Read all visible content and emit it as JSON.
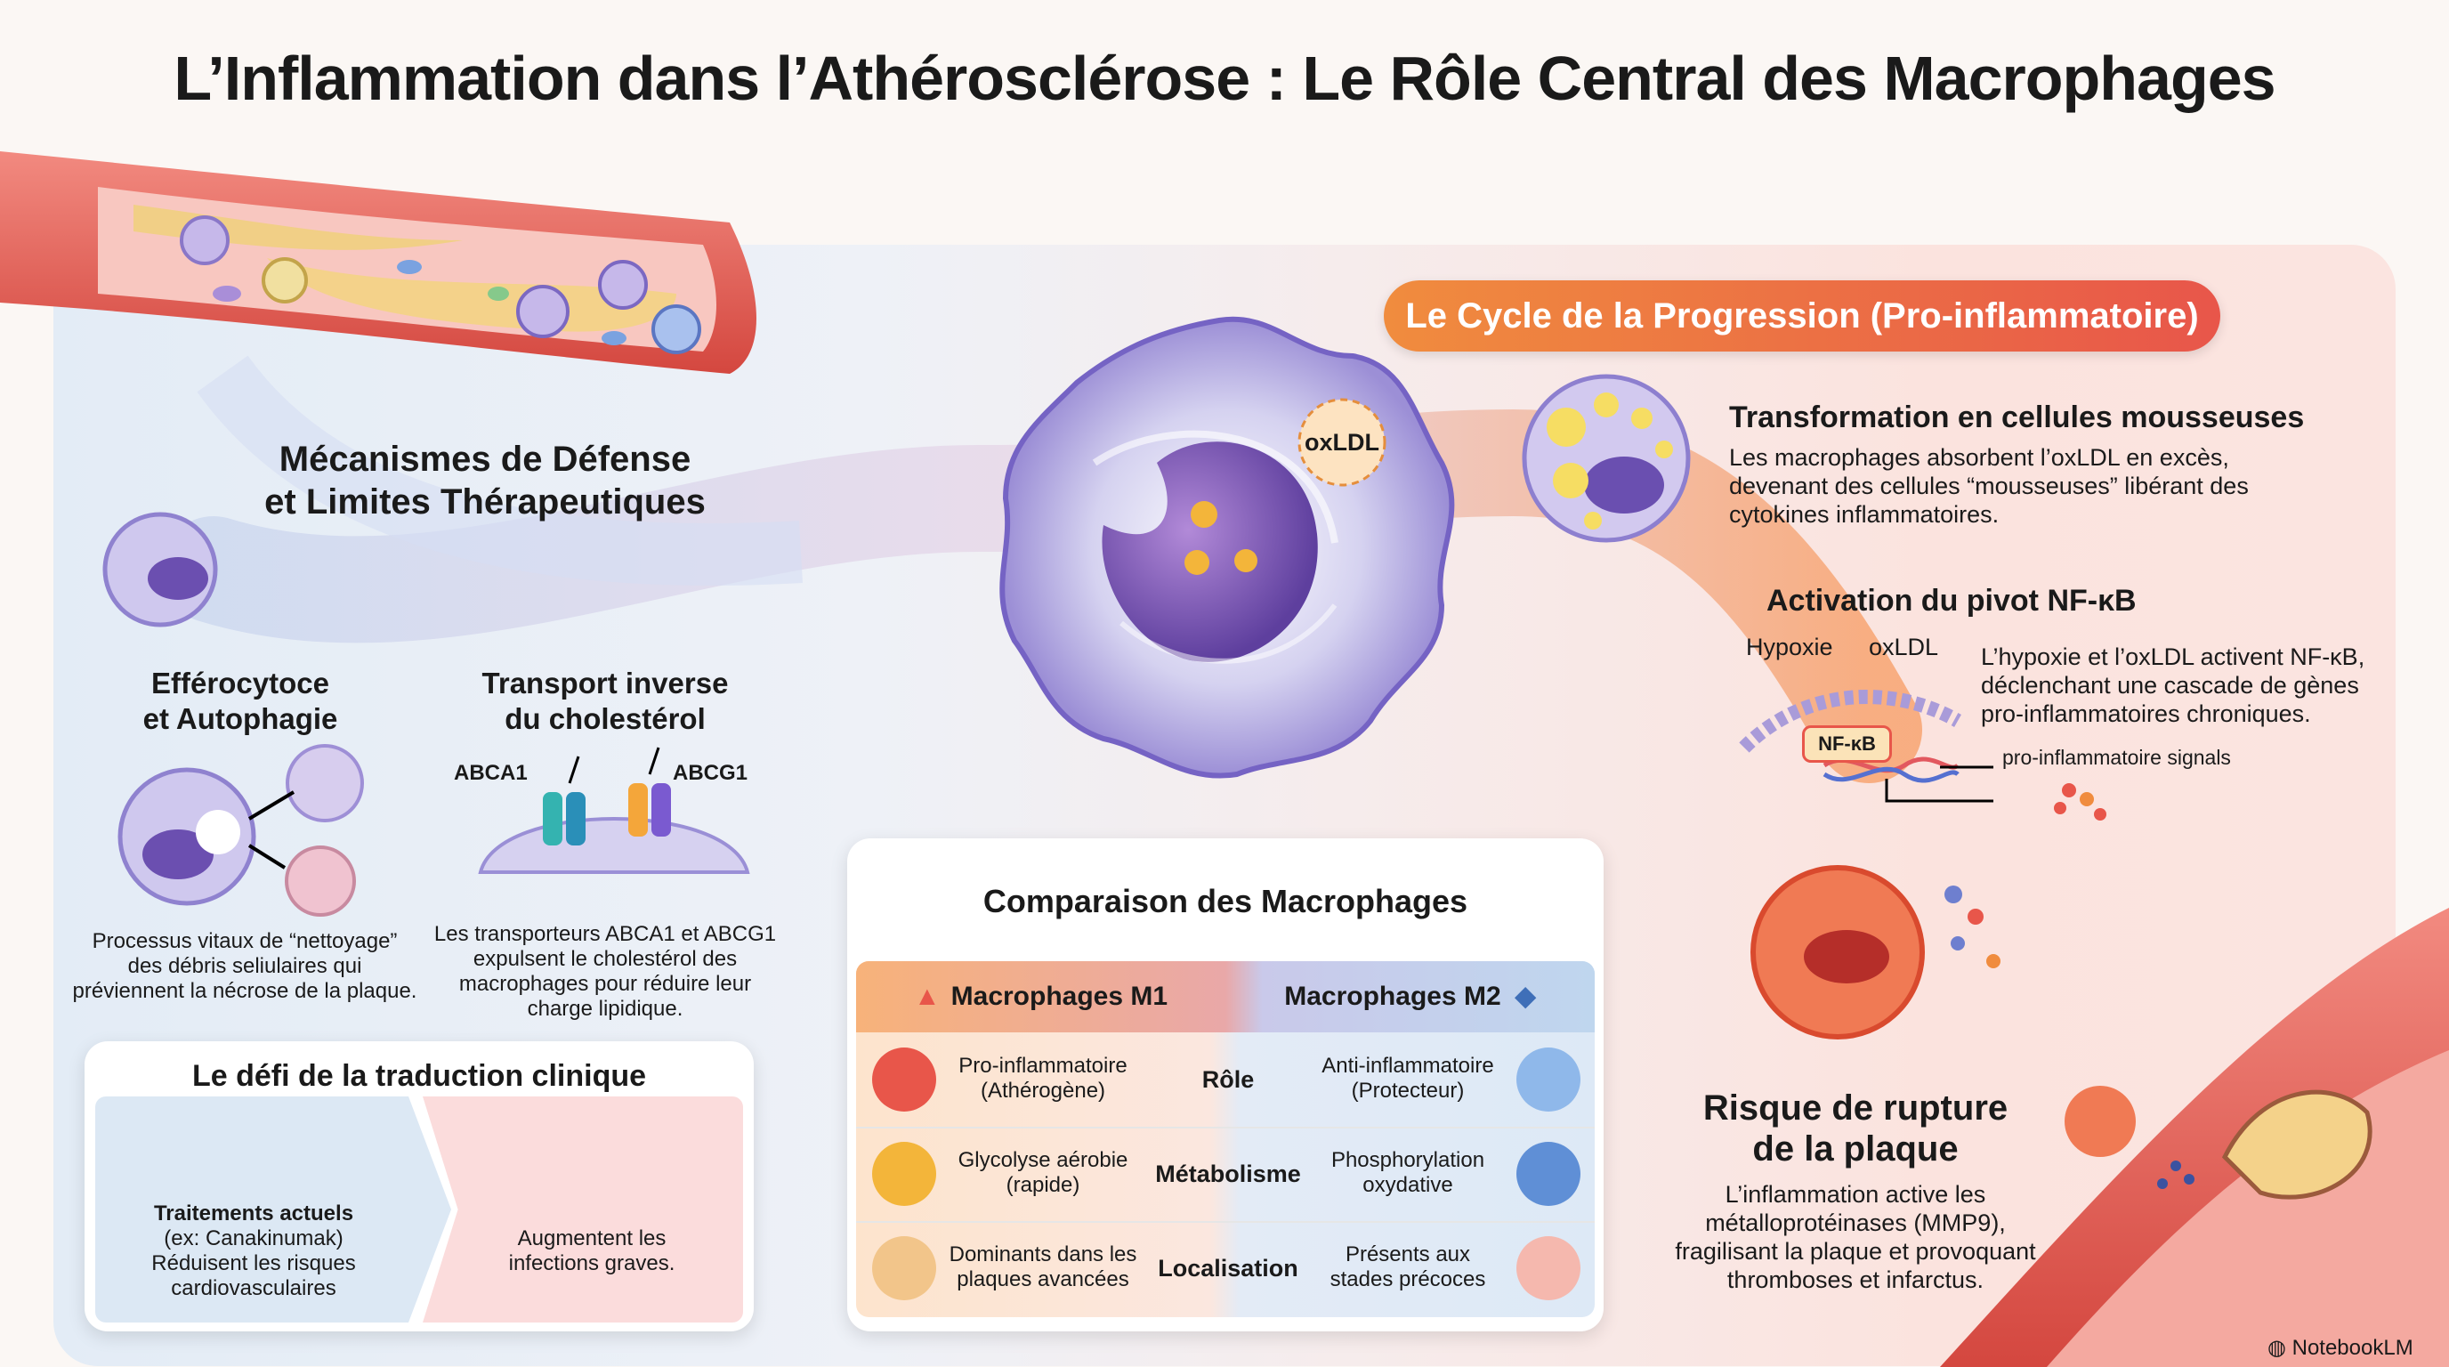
{
  "title": "L’Inflammation dans l’Athérosclérose : Le Rôle Central des Macrophages",
  "cycle_pill": "Le Cycle de la Progression (Pro-inflammatoire)",
  "oxldl_tag": "oxLDL",
  "defense": {
    "heading_line1": "Mécanismes de Défense",
    "heading_line2": "et Limites Thérapeutiques",
    "efferocytose_title_1": "Efférocytoce",
    "efferocytose_title_2": "et Autophagie",
    "efferocytose_desc": [
      "Processus vitaux de “nettoyage”",
      "des débris seliulaires qui",
      "préviennent la nécrose de la plaque."
    ],
    "transport_title_1": "Transport inverse",
    "transport_title_2": "du cholestérol",
    "abca1": "ABCA1",
    "abcg1": "ABCG1",
    "transport_desc": [
      "Les transporteurs ABCA1 et ABCG1",
      "expulsent le cholestérol des",
      "macrophages pour réduire leur",
      "charge lipidique."
    ]
  },
  "clinical": {
    "heading": "Le défi de la traduction clinique",
    "left_bold": "Traitements actuels",
    "left_lines": [
      "(ex: Canakinumak)",
      "Réduisent les risques",
      "cardiovasculaires"
    ],
    "right_lines": [
      "Augmentent les",
      "infections graves."
    ]
  },
  "comparison": {
    "heading": "Comparaison des Macrophages",
    "m1_label": "Macrophages M1",
    "m2_label": "Macrophages M2",
    "rows": [
      {
        "label": "Rôle",
        "m1": [
          "Pro-inflammatoire",
          "(Athérogène)"
        ],
        "m2": [
          "Anti-inflammatoire",
          "(Protecteur)"
        ]
      },
      {
        "label": "Métabolisme",
        "m1": [
          "Glycolyse aérobie",
          "(rapide)"
        ],
        "m2": [
          "Phosphorylation",
          "oxydative"
        ]
      },
      {
        "label": "Localisation",
        "m1": [
          "Dominants dans les",
          "plaques avancées"
        ],
        "m2": [
          "Présents aux",
          "stades précoces"
        ]
      }
    ]
  },
  "foam": {
    "title": "Transformation en cellules mousseuses",
    "desc": [
      "Les macrophages absorbent l’oxLDL en excès,",
      "devenant des cellules “mousseuses” libérant des",
      "cytokines inflammatoires."
    ]
  },
  "nfkb": {
    "title": "Activation du pivot NF-κB",
    "hypoxie": "Hypoxie",
    "oxldl": "oxLDL",
    "badge": "NF-κB",
    "signals": "pro-inflammatoire signals",
    "desc": [
      "L’hypoxie et l’oxLDL activent NF-κB,",
      "déclenchant une cascade de gènes",
      "pro-inflammatoires chroniques."
    ]
  },
  "rupture": {
    "title_1": "Risque de rupture",
    "title_2": "de la plaque",
    "desc": [
      "L’inflammation active les",
      "métalloprotéinases (MMP9),",
      "fragilisant la plaque et provoquant",
      "thromboses et infarctus."
    ]
  },
  "brand": "NotebookLM",
  "colors": {
    "accent_orange": "#f08c3e",
    "accent_red": "#e8564a",
    "m2_blue": "#bfd6ee",
    "m1_orange": "#f7b27a"
  }
}
